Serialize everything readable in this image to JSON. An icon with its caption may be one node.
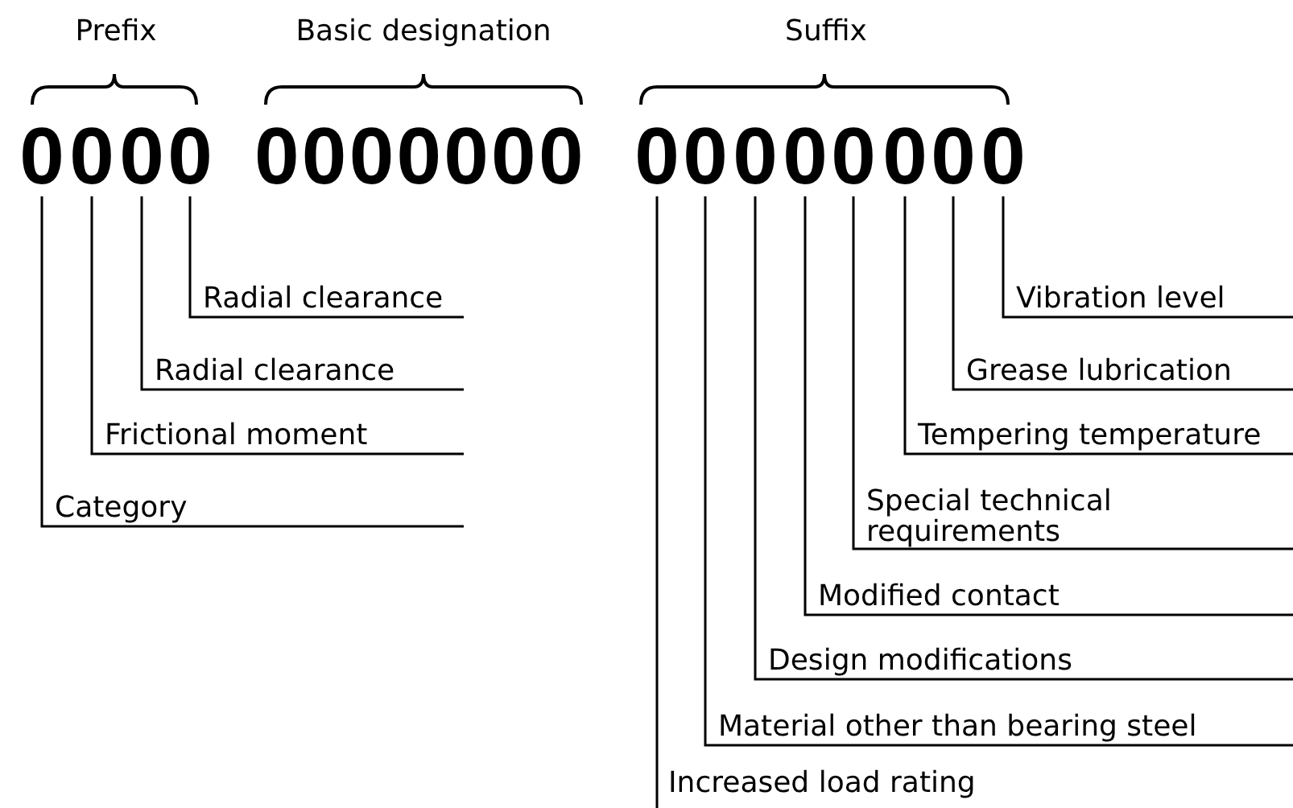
{
  "diagram": {
    "nodes": [
      {
        "text": [
          "0"
        ]
      },
      {
        "text": [
          "0"
        ]
      },
      {
        "text": [
          "0"
        ]
      },
      {
        "text": [
          "0"
        ]
      },
      {
        "text": [
          "0"
        ]
      },
      {
        "text": [
          "0"
        ]
      },
      {
        "text": [
          "0"
        ]
      },
      {
        "text": [
          "0"
        ]
      },
      {
        "text": [
          "0"
        ]
      },
      {
        "text": [
          "0"
        ]
      },
      {
        "text": [
          "0"
        ]
      },
      {
        "text": [
          "0"
        ]
      },
      {
        "text": [
          "Radial clearance"
        ]
      },
      {
        "text": [
          "Radial clearance"
        ]
      },
      {
        "text": [
          "Frictional moment"
        ]
      },
      {
        "text": [
          "Category"
        ]
      },
      {
        "text": [
          "Vibration level"
        ]
      },
      {
        "text": [
          "Grease lubrication"
        ]
      },
      {
        "text": [
          "Tempering temperature"
        ]
      },
      {
        "text": [
          "Special technical requirements"
        ]
      },
      {
        "text": [
          "Modified contact"
        ]
      },
      {
        "text": [
          "Design modifications"
        ]
      },
      {
        "text": [
          "Material other than bearing steel"
        ]
      },
      {
        "text": [
          "Increased load rating"
        ]
      }
    ],
    "edges": [
      {
        "from": 12,
        "to": 3,
        "arrow": "none"
      },
      {
        "from": 13,
        "to": 2,
        "arrow": "none"
      },
      {
        "from": 14,
        "to": 1,
        "arrow": "none"
      },
      {
        "from": 15,
        "to": 0,
        "arrow": "none"
      },
      {
        "from": 16,
        "to": 11,
        "arrow": "none"
      },
      {
        "from": 17,
        "to": 10,
        "arrow": "none"
      },
      {
        "from": 18,
        "to": 9,
        "arrow": "none"
      },
      {
        "from": 19,
        "to": 8,
        "arrow": "none"
      },
      {
        "from": 20,
        "to": 7,
        "arrow": "none"
      },
      {
        "from": 21,
        "to": 6,
        "arrow": "none"
      },
      {
        "from": 22,
        "to": 5,
        "arrow": "none"
      },
      {
        "from": 23,
        "to": 4,
        "arrow": "none"
      }
    ],
    "labels": [
      "Prefix",
      "Basic designation",
      "Suffix",
      "0000000"
    ]
  }
}
